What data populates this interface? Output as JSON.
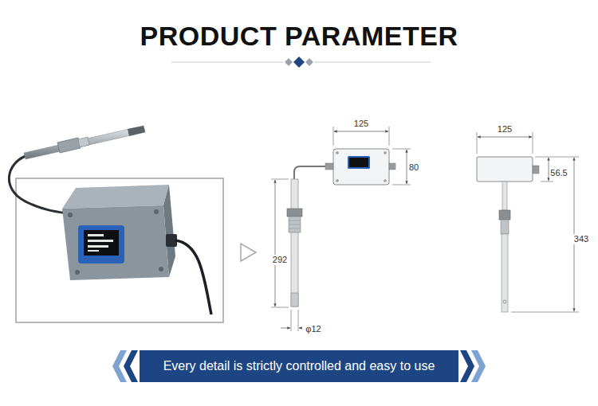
{
  "diagram": {
    "title": "PRODUCT PARAMETER",
    "nodes": [
      {
        "text": [
          "Every detail is strictly controlled and easy to use"
        ]
      }
    ],
    "labels": [
      "125",
      "80",
      "292",
      "φ12",
      "125",
      "56.5",
      "343"
    ]
  }
}
